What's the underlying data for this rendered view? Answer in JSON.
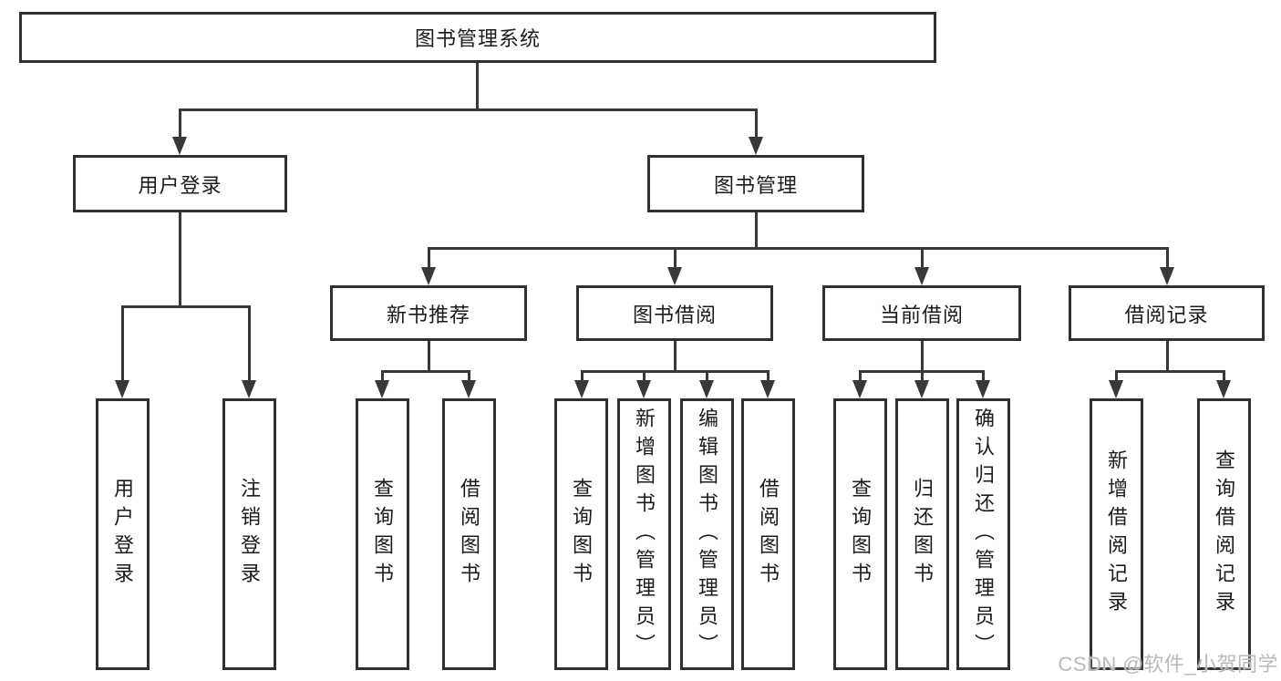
{
  "diagram": {
    "type": "hierarchy-tree",
    "root": {
      "label": "图书管理系统"
    },
    "level2": [
      {
        "label": "用户登录",
        "parent": "图书管理系统"
      },
      {
        "label": "图书管理",
        "parent": "图书管理系统"
      }
    ],
    "level3": [
      {
        "label": "新书推荐",
        "parent": "图书管理"
      },
      {
        "label": "图书借阅",
        "parent": "图书管理"
      },
      {
        "label": "当前借阅",
        "parent": "图书管理"
      },
      {
        "label": "借阅记录",
        "parent": "图书管理"
      }
    ],
    "leaves": [
      {
        "label": "用户登录",
        "parent": "用户登录"
      },
      {
        "label": "注销登录",
        "parent": "用户登录"
      },
      {
        "label": "查询图书",
        "parent": "新书推荐"
      },
      {
        "label": "借阅图书",
        "parent": "新书推荐"
      },
      {
        "label": "查询图书",
        "parent": "图书借阅"
      },
      {
        "label": "新增图书（管理员）",
        "parent": "图书借阅"
      },
      {
        "label": "编辑图书（管理员）",
        "parent": "图书借阅"
      },
      {
        "label": "借阅图书",
        "parent": "图书借阅"
      },
      {
        "label": "查询图书",
        "parent": "当前借阅"
      },
      {
        "label": "归还图书",
        "parent": "当前借阅"
      },
      {
        "label": "确认归还（管理员）",
        "parent": "当前借阅"
      },
      {
        "label": "新增借阅记录",
        "parent": "借阅记录"
      },
      {
        "label": "查询借阅记录",
        "parent": "借阅记录"
      }
    ],
    "watermark": "CSDN @软件_小贺同学",
    "colors": {
      "background": "#ffffff",
      "box_border": "#2f2f2f",
      "line": "#383838",
      "text": "#1b1b1b",
      "watermark": "#b9b9b9"
    }
  }
}
